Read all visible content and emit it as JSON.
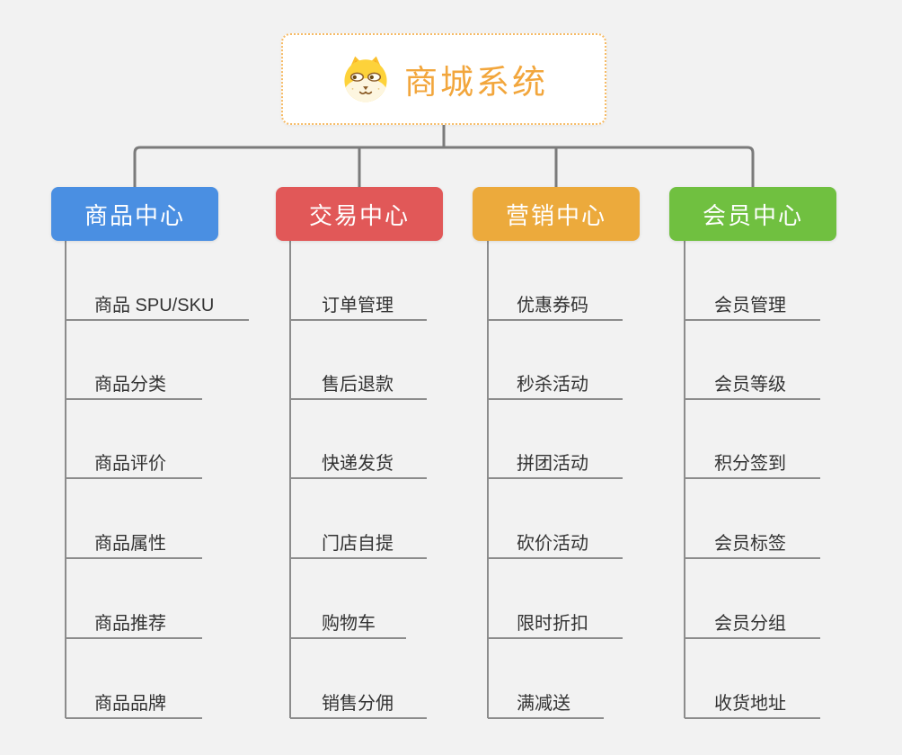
{
  "page": {
    "background_color": "#f2f2f2",
    "connector_color": "#7b7b7b",
    "leaf_line_color": "#8c8c8c"
  },
  "root": {
    "title": "商城系统",
    "icon": "dog-face-icon",
    "title_color": "#f2a63c",
    "border_color": "#f6bb66"
  },
  "branches": [
    {
      "label": "商品中心",
      "color": "#4a8fe2",
      "children": [
        "商品 SPU/SKU",
        "商品分类",
        "商品评价",
        "商品属性",
        "商品推荐",
        "商品品牌"
      ]
    },
    {
      "label": "交易中心",
      "color": "#e15858",
      "children": [
        "订单管理",
        "售后退款",
        "快递发货",
        "门店自提",
        "购物车",
        "销售分佣"
      ]
    },
    {
      "label": "营销中心",
      "color": "#ecaa3c",
      "children": [
        "优惠券码",
        "秒杀活动",
        "拼团活动",
        "砍价活动",
        "限时折扣",
        "满减送"
      ]
    },
    {
      "label": "会员中心",
      "color": "#70c040",
      "children": [
        "会员管理",
        "会员等级",
        "积分签到",
        "会员标签",
        "会员分组",
        "收货地址"
      ]
    }
  ]
}
